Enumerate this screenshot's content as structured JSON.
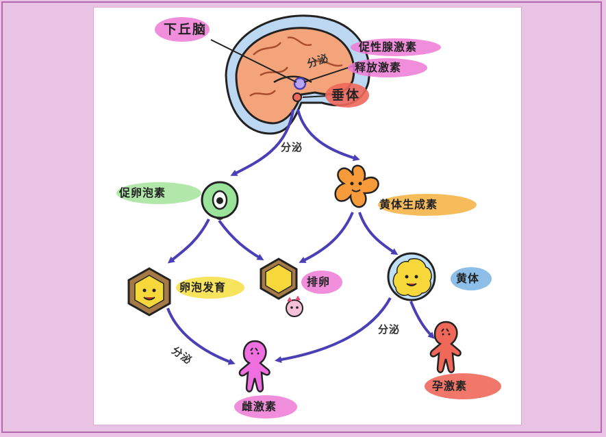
{
  "labels": {
    "hypothalamus": "下丘脑",
    "grh_line1": "促性腺激素",
    "grh_line2": "释放激素",
    "pituitary": "垂体",
    "fsh": "促卵泡素",
    "lh": "黄体生成素",
    "follicle_development": "卵泡发育",
    "ovulation": "排卵",
    "corpus_luteum": "黄体",
    "estrogen": "雌激素",
    "progesterone": "孕激素"
  },
  "arrows": {
    "secrete": "分泌"
  },
  "colors": {
    "background": "#e9c3e3",
    "arrow": "#4a3fb5",
    "pink_highlight": "#ee7ad6",
    "green_highlight": "#a8e6a0",
    "orange_highlight": "#f5b54a",
    "yellow_highlight": "#f7e04a",
    "blue_highlight": "#7fb7e6",
    "red_highlight": "#f0685a"
  }
}
